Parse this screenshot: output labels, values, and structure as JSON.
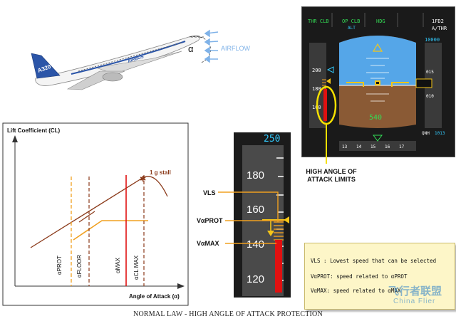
{
  "aircraft": {
    "alpha": "α",
    "airflow": "AIRFLOW",
    "tail_text": "A320",
    "fuselage_text": "AIRBUS"
  },
  "pfd": {
    "modes": [
      "THR CLB",
      "OP CLB",
      "HDG",
      "1FD2"
    ],
    "sub_modes": [
      "ALT",
      "A/THR"
    ],
    "speed_ticks": [
      "200",
      "180",
      "160"
    ],
    "alt_top": "10000",
    "alt_marks": [
      "015",
      "010"
    ],
    "gs_value": "540",
    "heading_ticks": [
      "13",
      "14",
      "15",
      "16",
      "17"
    ],
    "qnh": "QNH",
    "qnh_value": "1013"
  },
  "pfd_callout": "HIGH ANGLE OF\nATTACK LIMITS",
  "chart": {
    "ylabel": "Lift Coefficient (CL)",
    "xlabel": "Angle of Attack (α)",
    "stall_label": "1 g stall",
    "vlines": [
      "αPROT",
      "αFLOOR",
      "αMAX",
      "αCL MAX"
    ]
  },
  "speed_tape": {
    "target": "250",
    "ticks": [
      "180",
      "160",
      "140",
      "120"
    ]
  },
  "speed_labels": [
    "VLS",
    "VαPROT",
    "VαMAX"
  ],
  "legend": [
    "VLS : Lowest speed that can be selected",
    "VαPROT: speed related to αPROT",
    "VαMAX: speed related to αMAX"
  ],
  "caption": "NORMAL LAW - HIGH ANGLE OF ATTACK PROTECTION",
  "watermark": {
    "line1": "飞行者联盟",
    "line2": "China Flier"
  },
  "colors": {
    "pfd_green": "#33dd55",
    "red": "#e01010",
    "orange": "#f0a020",
    "brown": "#8b3a1a",
    "amber": "#f5c518",
    "cyan": "#33ccff"
  }
}
